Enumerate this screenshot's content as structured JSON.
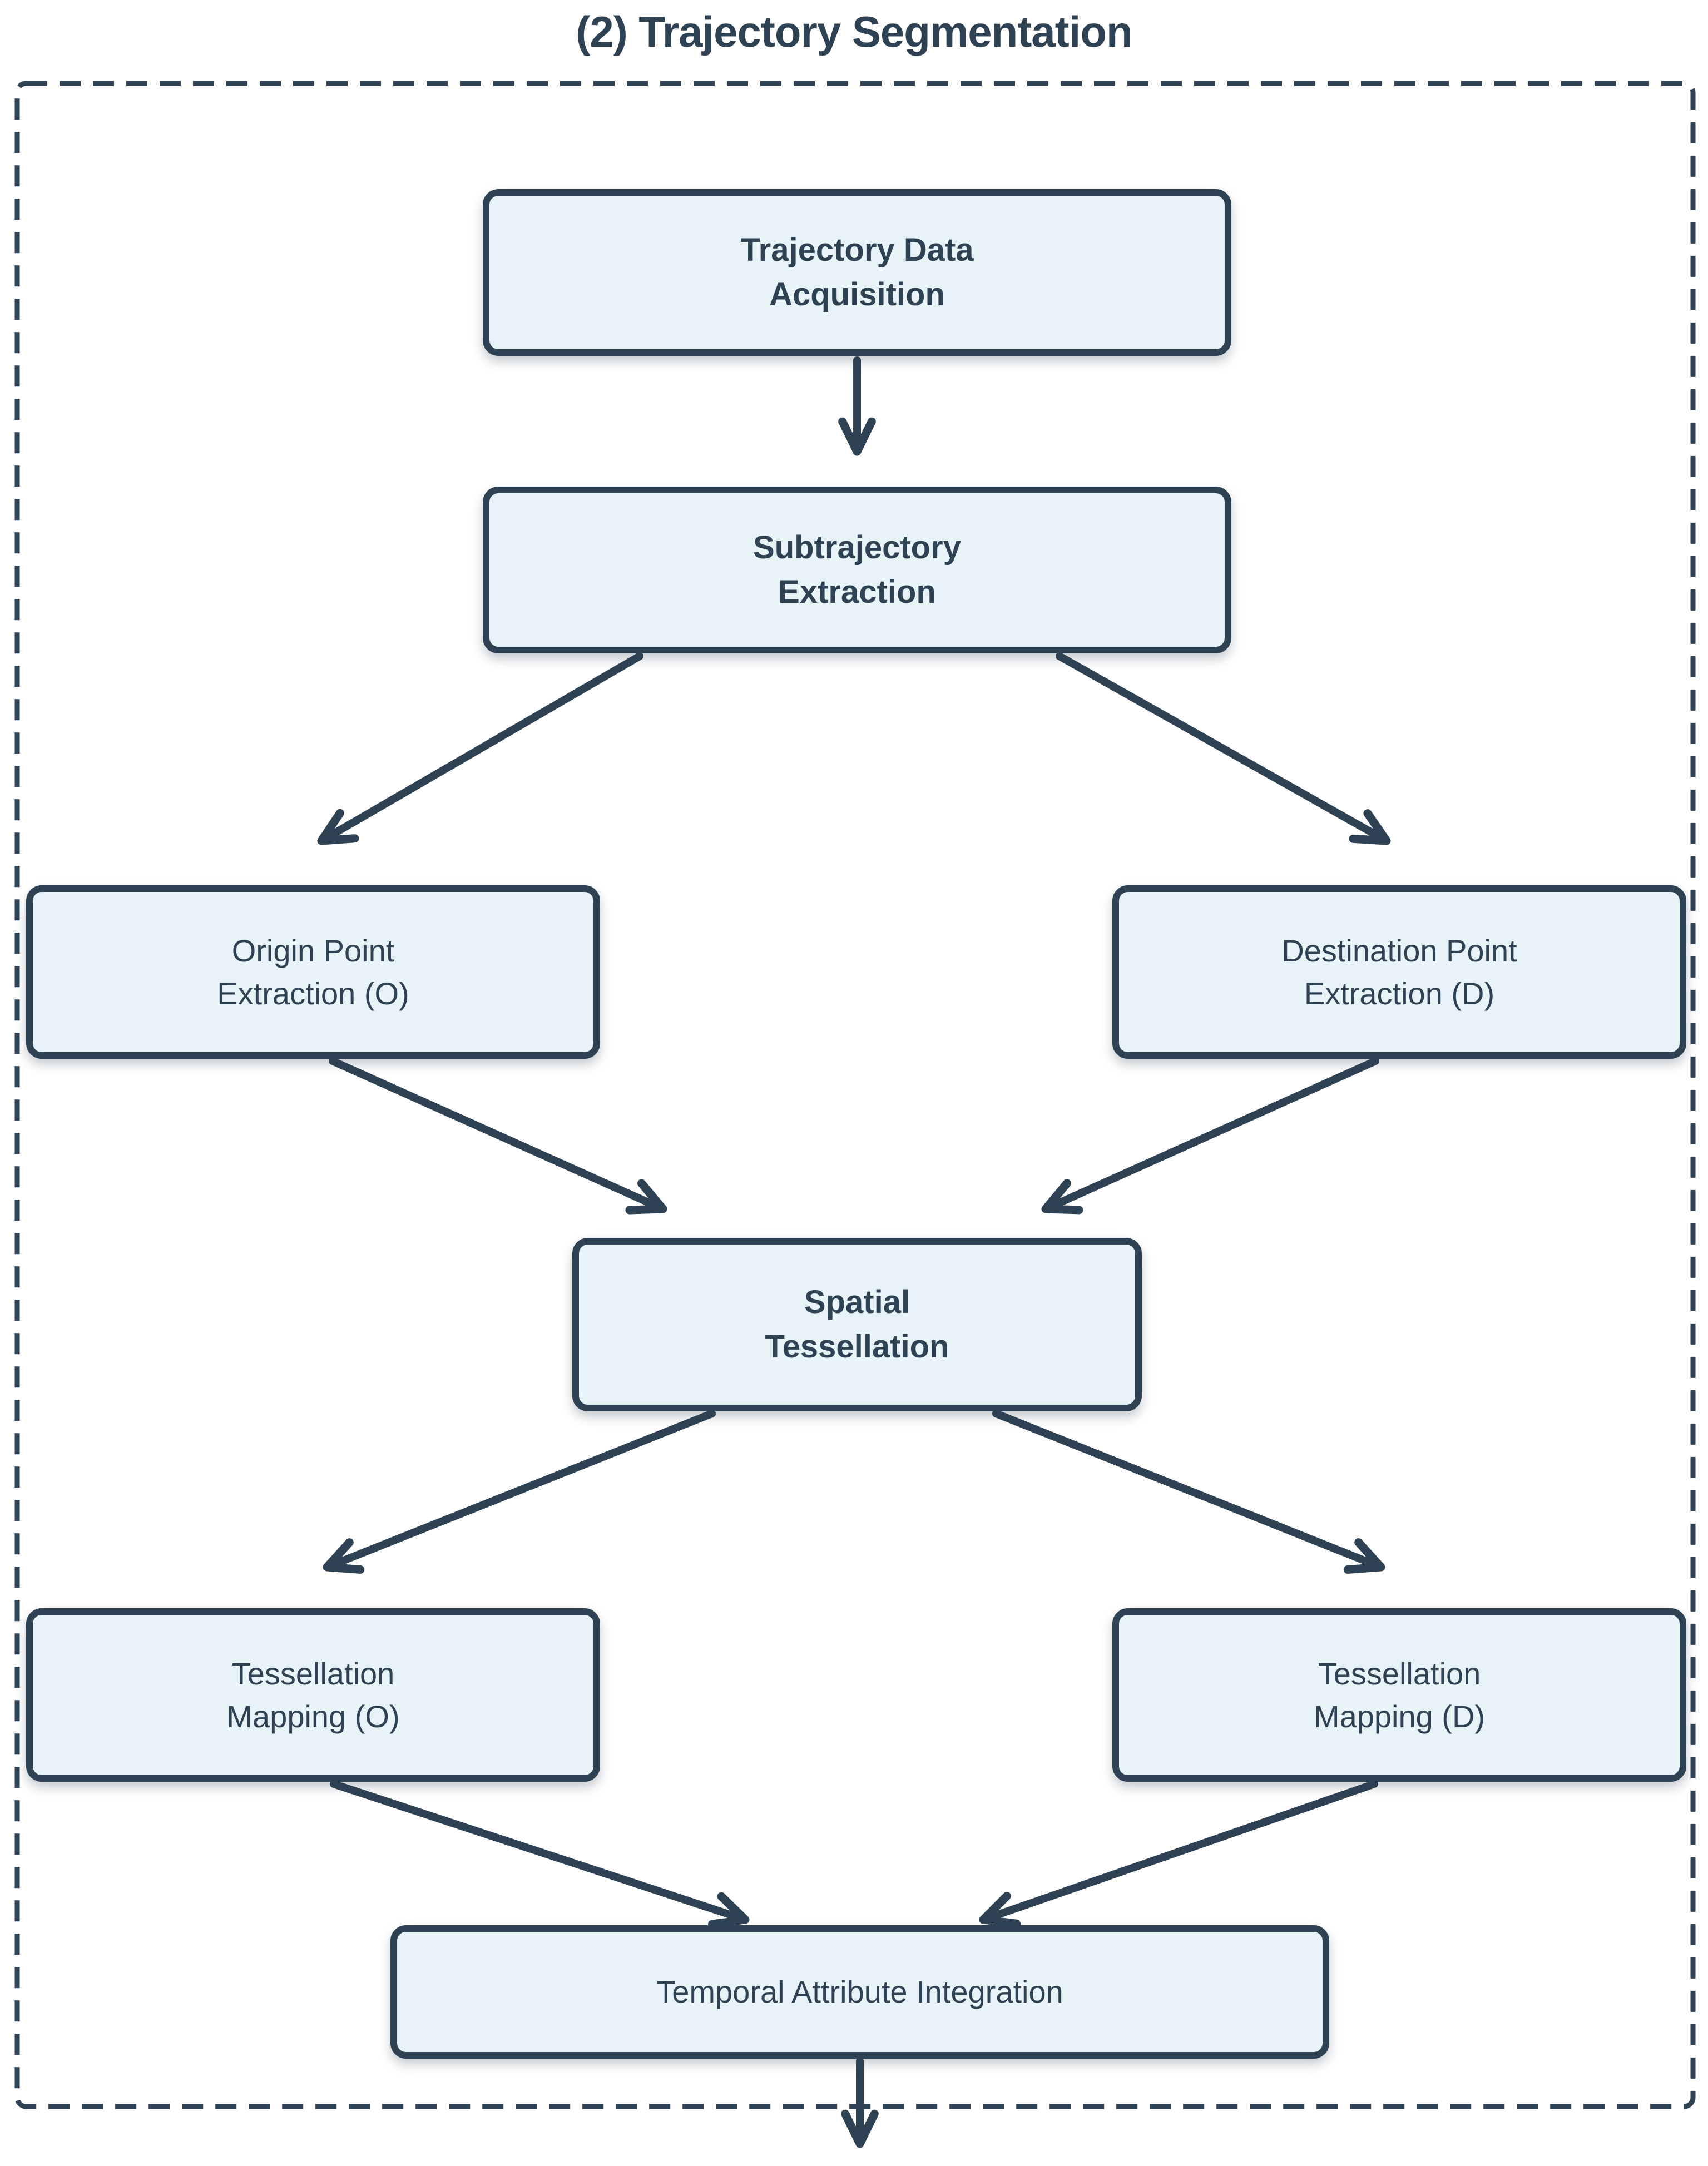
{
  "title": "(2) Trajectory Segmentation",
  "colors": {
    "accent": "#2e4254",
    "node_fill": "#e8f3f8",
    "background": "#ffffff"
  },
  "nodes": {
    "acquisition": {
      "line1": "Trajectory Data",
      "line2": "Acquisition"
    },
    "subtrajectory": {
      "line1": "Subtrajectory",
      "line2": "Extraction"
    },
    "origin": {
      "line1": "Origin Point",
      "line2": "Extraction (O)"
    },
    "destination": {
      "line1": "Destination Point",
      "line2": "Extraction (D)"
    },
    "spatial": {
      "line1": "Spatial",
      "line2": "Tessellation"
    },
    "tessellation_o": {
      "line1": "Tessellation",
      "line2": "Mapping (O)"
    },
    "tessellation_d": {
      "line1": "Tessellation",
      "line2": "Mapping (D)"
    },
    "temporal": {
      "line1": "Temporal Attribute Integration"
    }
  },
  "edges": [
    {
      "from": "acquisition",
      "to": "subtrajectory"
    },
    {
      "from": "subtrajectory",
      "to": "origin"
    },
    {
      "from": "subtrajectory",
      "to": "destination"
    },
    {
      "from": "origin",
      "to": "spatial"
    },
    {
      "from": "destination",
      "to": "spatial"
    },
    {
      "from": "spatial",
      "to": "tessellation_o"
    },
    {
      "from": "spatial",
      "to": "tessellation_d"
    },
    {
      "from": "tessellation_o",
      "to": "temporal"
    },
    {
      "from": "tessellation_d",
      "to": "temporal"
    },
    {
      "from": "temporal",
      "to": "outside"
    }
  ]
}
